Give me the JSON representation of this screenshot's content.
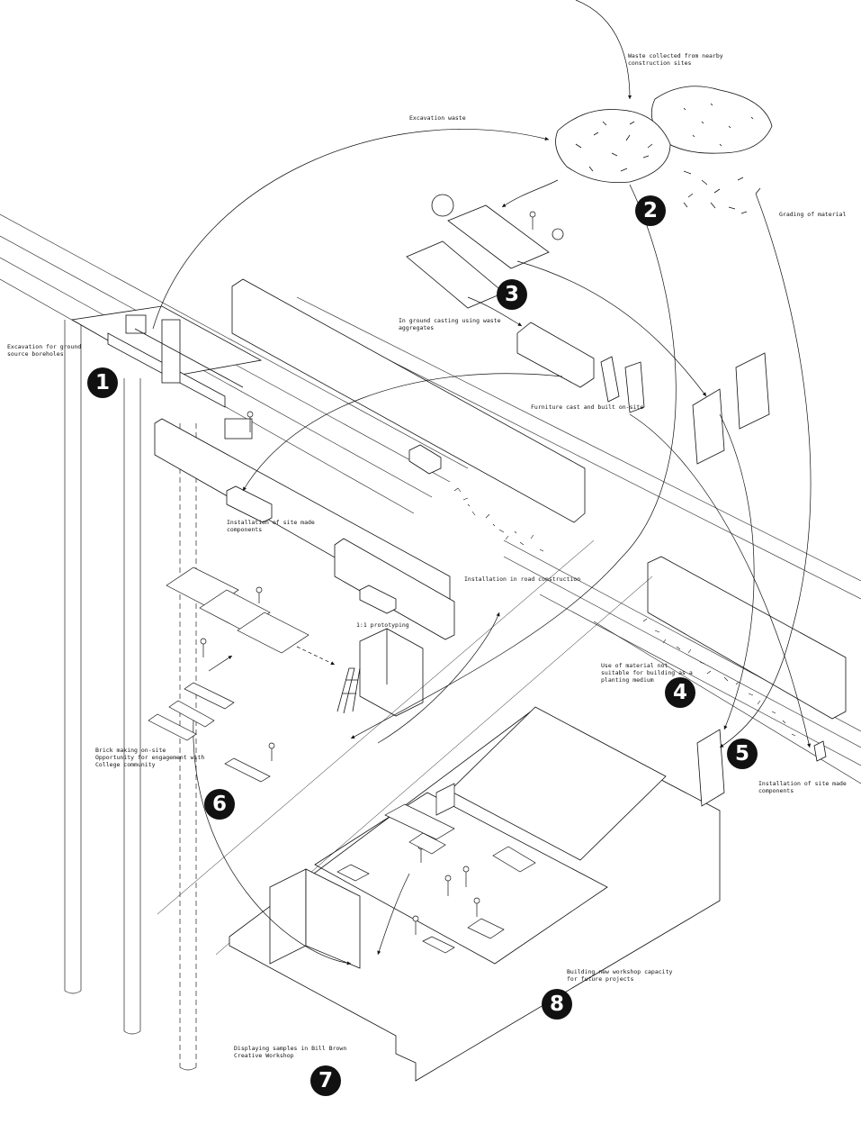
{
  "labels": {
    "waste_collected": "Waste collected from nearby\nconstruction sites",
    "excavation_waste": "Excavation waste",
    "grading": "Grading of material",
    "excavation_boreholes": "Excavation for ground\nsource boreholes",
    "in_ground_casting": "In ground casting using waste\naggregates",
    "furniture_cast": "Furniture cast and built on-site",
    "installation_components_top": "Installation of site made\ncomponents",
    "road_construction": "Installation in road construction",
    "prototyping": "1:1 prototyping",
    "planting_medium": "Use of material not\nsuitable for building as a\nplanting medium",
    "brick_making": "Brick making on-site\nOpportunity for engagement with\nCollege community",
    "installation_components_right": "Installation of site made\ncomponents",
    "workshop_capacity": "Building new workshop capacity\nfor future projects",
    "displaying_samples": "Displaying samples in Bill Brown\nCreative Workshop"
  },
  "steps": [
    "1",
    "2",
    "3",
    "4",
    "5",
    "6",
    "7",
    "8"
  ]
}
